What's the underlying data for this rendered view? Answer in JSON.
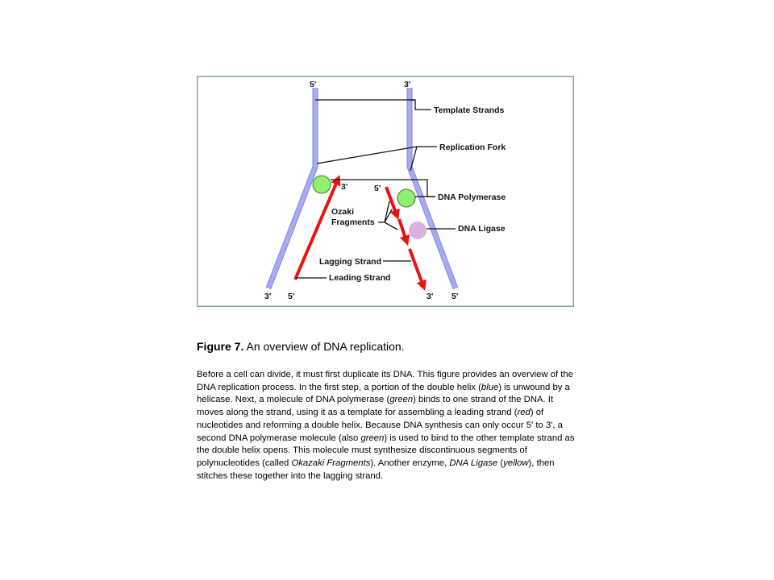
{
  "diagram": {
    "labels": {
      "top_left_end": "5'",
      "top_right_end": "3'",
      "bottom_left_outer": "3'",
      "bottom_left_inner": "5'",
      "bottom_right_inner": "3'",
      "bottom_right_outer": "5'",
      "leading_3prime": "3'",
      "lagging_5prime": "5'",
      "template_strands": "Template Strands",
      "replication_fork": "Replication Fork",
      "dna_polymerase": "DNA Polymerase",
      "ozaki_line1": "Ozaki",
      "ozaki_line2": "Fragments",
      "dna_ligase": "DNA Ligase",
      "lagging_strand": "Lagging Strand",
      "leading_strand": "Leading Strand"
    },
    "colors": {
      "template_strand": "#9fa6f0",
      "template_strand_edge": "#7f86d8",
      "new_strand": "#ee1111",
      "polymerase": "#90ee70",
      "ligase": "#d8a6dc",
      "frame_border": "#8a9aaa"
    }
  },
  "caption": {
    "figure_number": "Figure 7.",
    "title": "An overview of DNA replication."
  },
  "description": {
    "p1": "Before a cell can divide, it must first duplicate its DNA. This figure provides an overview of the DNA replication process. In the first step, a portion of the double helix (",
    "blue": "blue",
    "p2": ") is unwound by a helicase. Next, a molecule of DNA polymerase (",
    "green1": "green",
    "p3": ") binds to one strand of the DNA. It moves along the strand, using it as a template for assembling a leading strand (",
    "red": "red",
    "p4": ") of nucleotides and reforming a double helix. Because DNA synthesis can only occur 5' to 3', a second DNA polymerase molecule (also ",
    "green2": "green",
    "p5": ") is used to bind to the other template strand as the double helix opens. This molecule must synthesize discontinuous segments of polynucleotides (called ",
    "okazaki": "Okazaki Fragments",
    "p6": "). Another enzyme, ",
    "ligase": "DNA Ligase",
    "p7": " (",
    "yellow": "yellow",
    "p8": "), then stitches these together into the lagging strand."
  }
}
